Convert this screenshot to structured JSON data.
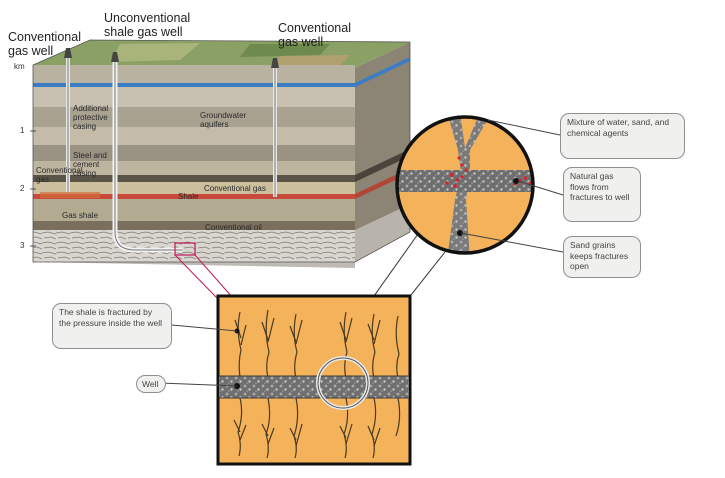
{
  "labels": {
    "conventional_well_left": "Conventional gas well",
    "unconventional_well": "Unconventional shale gas well",
    "conventional_well_right": "Conventional gas well",
    "depth_unit": "km",
    "depth_ticks": [
      "1",
      "2",
      "3"
    ],
    "additional_casing": "Additional protective casing",
    "groundwater": "Groundwater aquifers",
    "steel_cement": "Steel and cement casing",
    "conventional_gas_left": "Conventional gas",
    "conventional_gas_right": "Conventional gas",
    "shale": "Shale",
    "gas_shale": "Gas shale",
    "conventional_oil": "Conventional oil"
  },
  "callouts": {
    "mixture": "Mixture of water, sand, and chemical agents",
    "natural_gas": "Natural gas flows from fractures to well",
    "sand_grains": "Sand grains keeps fractures open",
    "shale_fractured": "The shale is fractured by the pressure inside the well",
    "well": "Well"
  },
  "colors": {
    "shale_fill": "#f4b25a",
    "well_pipe": "#6e6e6e",
    "zoom_line": "#c2185b",
    "gas_dots": "#d8232a",
    "aquifer_blue": "#3b7dc4",
    "conventional_gas_red": "#c74a3a"
  }
}
